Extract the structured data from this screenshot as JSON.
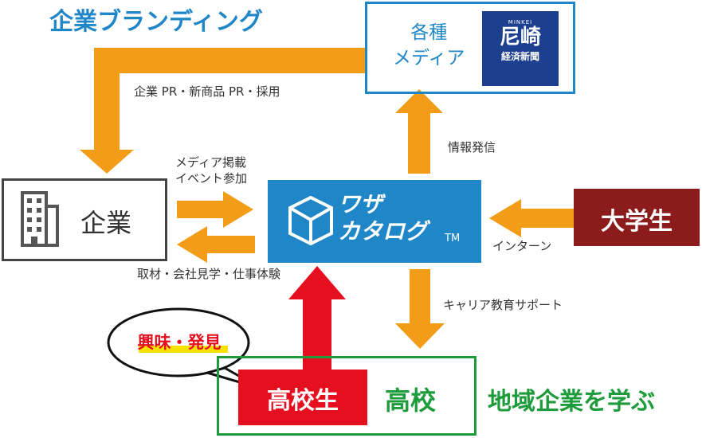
{
  "headings": {
    "branding": "企業ブランディング",
    "learn_local": "地域企業を学ぶ"
  },
  "media": {
    "title_line1": "各種",
    "title_line2": "メディア",
    "logo_main": "尼崎",
    "logo_sub": "経済新聞",
    "logo_top": "MINKEI"
  },
  "company": {
    "label": "企業"
  },
  "center": {
    "logo_line1": "ワザ",
    "logo_line2": "カタログ",
    "tm": "TM"
  },
  "university": {
    "label": "大学生"
  },
  "school": {
    "label": "高校",
    "student": "高校生"
  },
  "bubble": {
    "text": "興味・発見"
  },
  "flows": {
    "to_company": "企業 PR・新商品 PR・採用",
    "info": "情報発信",
    "media_event_line1": "メディア掲載",
    "media_event_line2": "イベント参加",
    "interview": "取材・会社見学・仕事体験",
    "internship": "インターン",
    "career": "キャリア教育サポート"
  },
  "colors": {
    "blue": "#1f86c8",
    "orange": "#f39c17",
    "red": "#e60f1f",
    "dark_red": "#8c1c1c",
    "green": "#1e9c3c",
    "navy": "#1c3f8f",
    "yellow": "#f5e200"
  }
}
